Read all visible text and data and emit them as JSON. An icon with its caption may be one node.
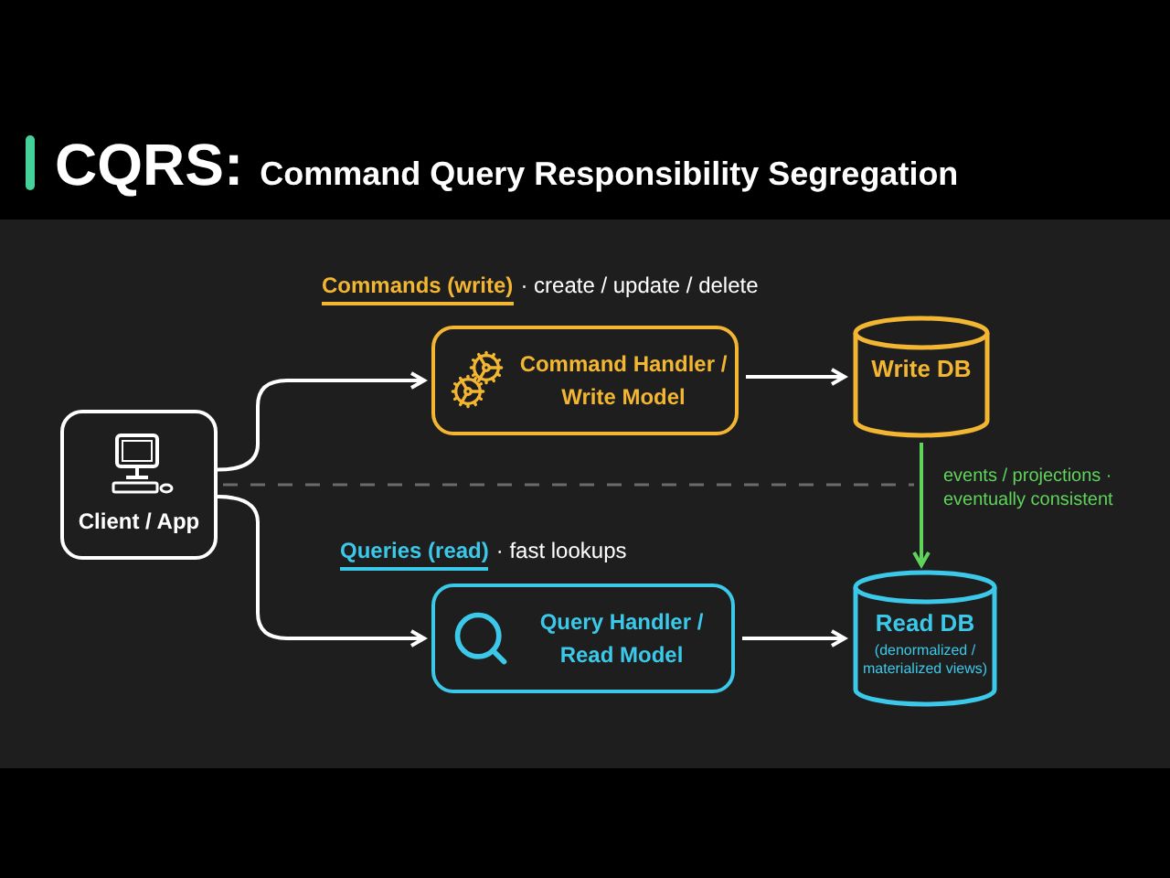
{
  "diagram": {
    "title": "**CQRS:** Command Query Responsibility Segregation",
    "nodes": [
      {
        "text": [
          "Client / App"
        ]
      },
      {
        "text": [
          "Command Handler / Write Model"
        ]
      },
      {
        "text": [
          "Write DB"
        ]
      },
      {
        "text": [
          "Query Handler / Read Model"
        ]
      },
      {
        "text": [
          "Read DB",
          "(denormalized / materialized views)"
        ]
      }
    ],
    "edges": [
      {
        "from": 0,
        "to": 1,
        "arrow": "to"
      },
      {
        "from": 1,
        "to": 2,
        "arrow": "to"
      },
      {
        "from": 0,
        "to": 3,
        "arrow": "to"
      },
      {
        "from": 3,
        "to": 4,
        "arrow": "to"
      },
      {
        "from": 2,
        "to": 4,
        "arrow": "to",
        "color": "#5fd35a",
        "label": "events / projections · eventually consistent"
      }
    ],
    "labels": [
      "Commands (write)",
      "· create / update / delete",
      "Queries (read)",
      "· fast lookups"
    ]
  }
}
